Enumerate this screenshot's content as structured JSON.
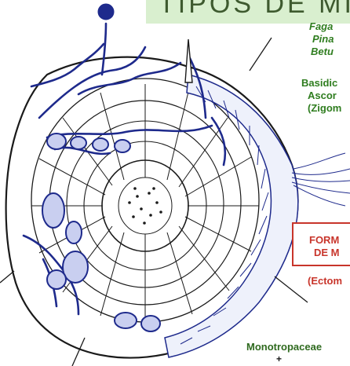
{
  "banner": {
    "title": "TIPOS DE MIC"
  },
  "plants_a": [
    "Faga",
    "Pina",
    "Betu"
  ],
  "fungi": [
    "Basidic",
    "Ascor",
    "(Zigom"
  ],
  "form_box": {
    "line1": "FORM",
    "line2": "DE M"
  },
  "ecto_label": "(Ectom",
  "bottom_label": "Monotropaceae",
  "bottom_symbol": "+"
}
